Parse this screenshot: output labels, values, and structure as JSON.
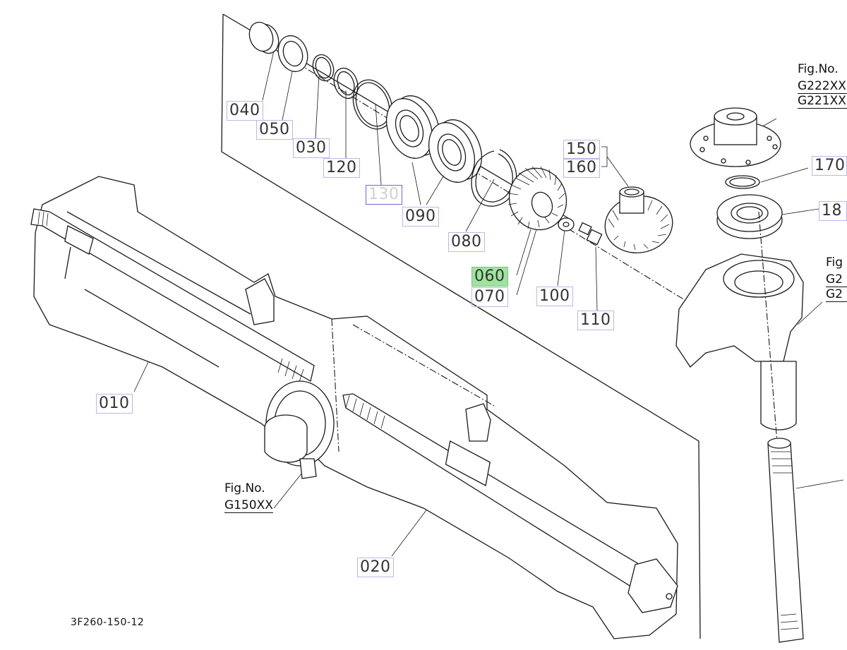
{
  "diagram": {
    "drawing_code": "3F260-150-12",
    "part_labels": [
      {
        "id": "040",
        "text": "040",
        "state": "normal"
      },
      {
        "id": "050",
        "text": "050",
        "state": "normal"
      },
      {
        "id": "030",
        "text": "030",
        "state": "normal"
      },
      {
        "id": "120",
        "text": "120",
        "state": "normal"
      },
      {
        "id": "130",
        "text": "130",
        "state": "faded"
      },
      {
        "id": "090",
        "text": "090",
        "state": "normal"
      },
      {
        "id": "080",
        "text": "080",
        "state": "normal"
      },
      {
        "id": "150",
        "text": "150",
        "state": "normal"
      },
      {
        "id": "160",
        "text": "160",
        "state": "normal"
      },
      {
        "id": "170",
        "text": "170",
        "state": "normal"
      },
      {
        "id": "18x",
        "text": "18",
        "state": "normal"
      },
      {
        "id": "060",
        "text": "060",
        "state": "highlighted"
      },
      {
        "id": "070",
        "text": "070",
        "state": "normal"
      },
      {
        "id": "100",
        "text": "100",
        "state": "normal"
      },
      {
        "id": "110",
        "text": "110",
        "state": "normal"
      },
      {
        "id": "010",
        "text": "010",
        "state": "normal"
      },
      {
        "id": "020",
        "text": "020",
        "state": "normal"
      }
    ],
    "figure_refs": {
      "top_right": {
        "label": "Fig.No.",
        "codes": [
          "G222XX",
          "G221XX"
        ]
      },
      "mid_right": {
        "label": "Fig",
        "codes": [
          "G2",
          "G2"
        ]
      },
      "bottom_left": {
        "label": "Fig.No.",
        "codes": [
          "G150XX"
        ]
      }
    },
    "colors": {
      "label_border": "#b9b9e6",
      "highlight": "#9ee39e",
      "faded_text": "#d0d0d0"
    }
  }
}
